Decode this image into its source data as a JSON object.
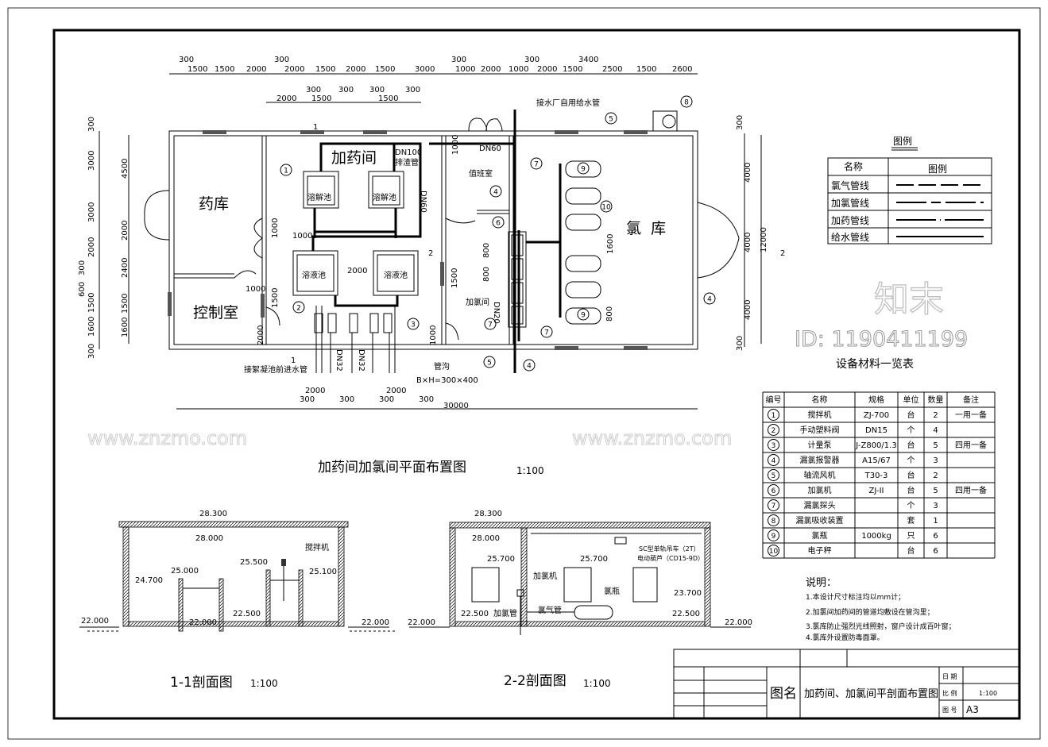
{
  "plan": {
    "title": "加药间加氯间平面布置图",
    "scale": "1:100",
    "rooms": {
      "yaoku": "药库",
      "kongzhi": "控制室",
      "jiayao": "加药间",
      "zhiban": "值班室",
      "jialv": "加氯间",
      "lvku": "氯  库"
    },
    "labels": {
      "dissolve1": "溶解池",
      "dissolve2": "溶解池",
      "solution1": "溶液池",
      "solution2": "溶液池",
      "dn100": "DN100",
      "paizha": "排渣管",
      "dn60a": "DN60",
      "dn60b": "DN60",
      "dn20": "DN20",
      "dn32a": "DN32",
      "dn32b": "DN32",
      "inlet": "接絮凝池前进水管",
      "trench": "管沟",
      "trench_size": "B×H=300×400",
      "water_supply": "接水厂自用给水管",
      "sec1a": "1",
      "sec1b": "1",
      "sec2a": "2",
      "sec2b": "2"
    },
    "top_dims_row1": [
      "300",
      "1500",
      "1500",
      "2000",
      "300",
      "2000",
      "1500",
      "2000",
      "1500",
      "3000",
      "300",
      "1000",
      "2000",
      "1000",
      "300",
      "2000",
      "1500",
      "3400",
      "2500",
      "1500",
      "2600"
    ],
    "top_dims_row2": [
      "2000",
      "300",
      "1500",
      "300",
      "300",
      "1500",
      "300"
    ],
    "bottom_dims": [
      "2000",
      "300",
      "300",
      "2000",
      "300",
      "300",
      "30000"
    ],
    "left_dims_outer": [
      "300",
      "3000",
      "3000",
      "2000",
      "300",
      "600",
      "1500",
      "1600",
      "300"
    ],
    "left_dims_inner": [
      "4500",
      "2000",
      "2400",
      "1500",
      "1600"
    ],
    "right_dims": [
      "300",
      "4000",
      "4000",
      "4000",
      "300",
      "12000"
    ],
    "inner_dims": [
      "2000",
      "1000",
      "1500",
      "1000",
      "2000",
      "1500",
      "1000",
      "800",
      "800",
      "1600",
      "800",
      "1000",
      "1000"
    ],
    "callouts": [
      "1",
      "2",
      "3",
      "4",
      "5",
      "6",
      "7",
      "7",
      "7",
      "4",
      "4",
      "5",
      "8",
      "9",
      "9",
      "10"
    ]
  },
  "legend": {
    "title": "图例",
    "headers": [
      "名称",
      "图例"
    ],
    "rows": [
      {
        "name": "氯气管线",
        "style": "dashed"
      },
      {
        "name": "加氯管线",
        "style": "long-short"
      },
      {
        "name": "加药管线",
        "style": "dash-dot"
      },
      {
        "name": "给水管线",
        "style": "solid"
      }
    ]
  },
  "equipment": {
    "title": "设备材料一览表",
    "headers": [
      "编号",
      "名称",
      "规格",
      "单位",
      "数量",
      "备注"
    ],
    "rows": [
      [
        "1",
        "搅拌机",
        "ZJ-700",
        "台",
        "2",
        "一用一备"
      ],
      [
        "2",
        "手动塑料阀",
        "DN15",
        "个",
        "4",
        ""
      ],
      [
        "3",
        "计量泵",
        "J-Z800/1.3",
        "台",
        "5",
        "四用一备"
      ],
      [
        "4",
        "漏氯报警器",
        "A15/67",
        "个",
        "3",
        ""
      ],
      [
        "5",
        "轴流风机",
        "T30-3",
        "台",
        "2",
        ""
      ],
      [
        "6",
        "加氯机",
        "ZJ-II",
        "台",
        "5",
        "四用一备"
      ],
      [
        "7",
        "漏氯探头",
        "",
        "个",
        "3",
        ""
      ],
      [
        "8",
        "漏氯吸收装置",
        "",
        "套",
        "1",
        ""
      ],
      [
        "9",
        "氯瓶",
        "1000kg",
        "只",
        "6",
        ""
      ],
      [
        "10",
        "电子秤",
        "",
        "台",
        "6",
        ""
      ]
    ]
  },
  "notes": {
    "title": "说明：",
    "items": [
      "1.本设计尺寸标注均以mm计；",
      "2.加氯间加药间的管道均敷设在管沟里；",
      "3.氯库防止强烈光线照射，窗户设计成百叶窗；",
      "4.氯库外设置防毒面罩。"
    ]
  },
  "section1": {
    "title": "1-1剖面图",
    "scale": "1:100",
    "elevations": [
      "28.300",
      "28.000",
      "24.700",
      "25.000",
      "25.500",
      "25.100",
      "22.000",
      "22.000",
      "22.500",
      "22.000"
    ],
    "mixer": "搅拌机"
  },
  "section2": {
    "title": "2-2剖面图",
    "scale": "1:100",
    "elevations": [
      "28.300",
      "28.000",
      "25.700",
      "25.700",
      "23.700",
      "22.000",
      "22.500",
      "22.500",
      "22.000"
    ],
    "labels": {
      "crane": "SC型单轨吊车（2T）",
      "hoist": "电动葫芦（CD15-9D）",
      "chlorinator": "加氯机",
      "cylinder": "氯瓶",
      "gas_pipe": "氯气管",
      "dosing_pipe": "加氯管"
    }
  },
  "title_block": {
    "name_label": "图名",
    "drawing_name": "加药间、加氯间平剖面布置图",
    "date_label": "日 期",
    "scale_label": "比 例",
    "scale_value": "1:100",
    "no_label": "图 号",
    "no_value": "A3"
  },
  "watermarks": {
    "site": "www.znzmo.com",
    "brand": "知末",
    "id": "ID: 1190411199"
  }
}
